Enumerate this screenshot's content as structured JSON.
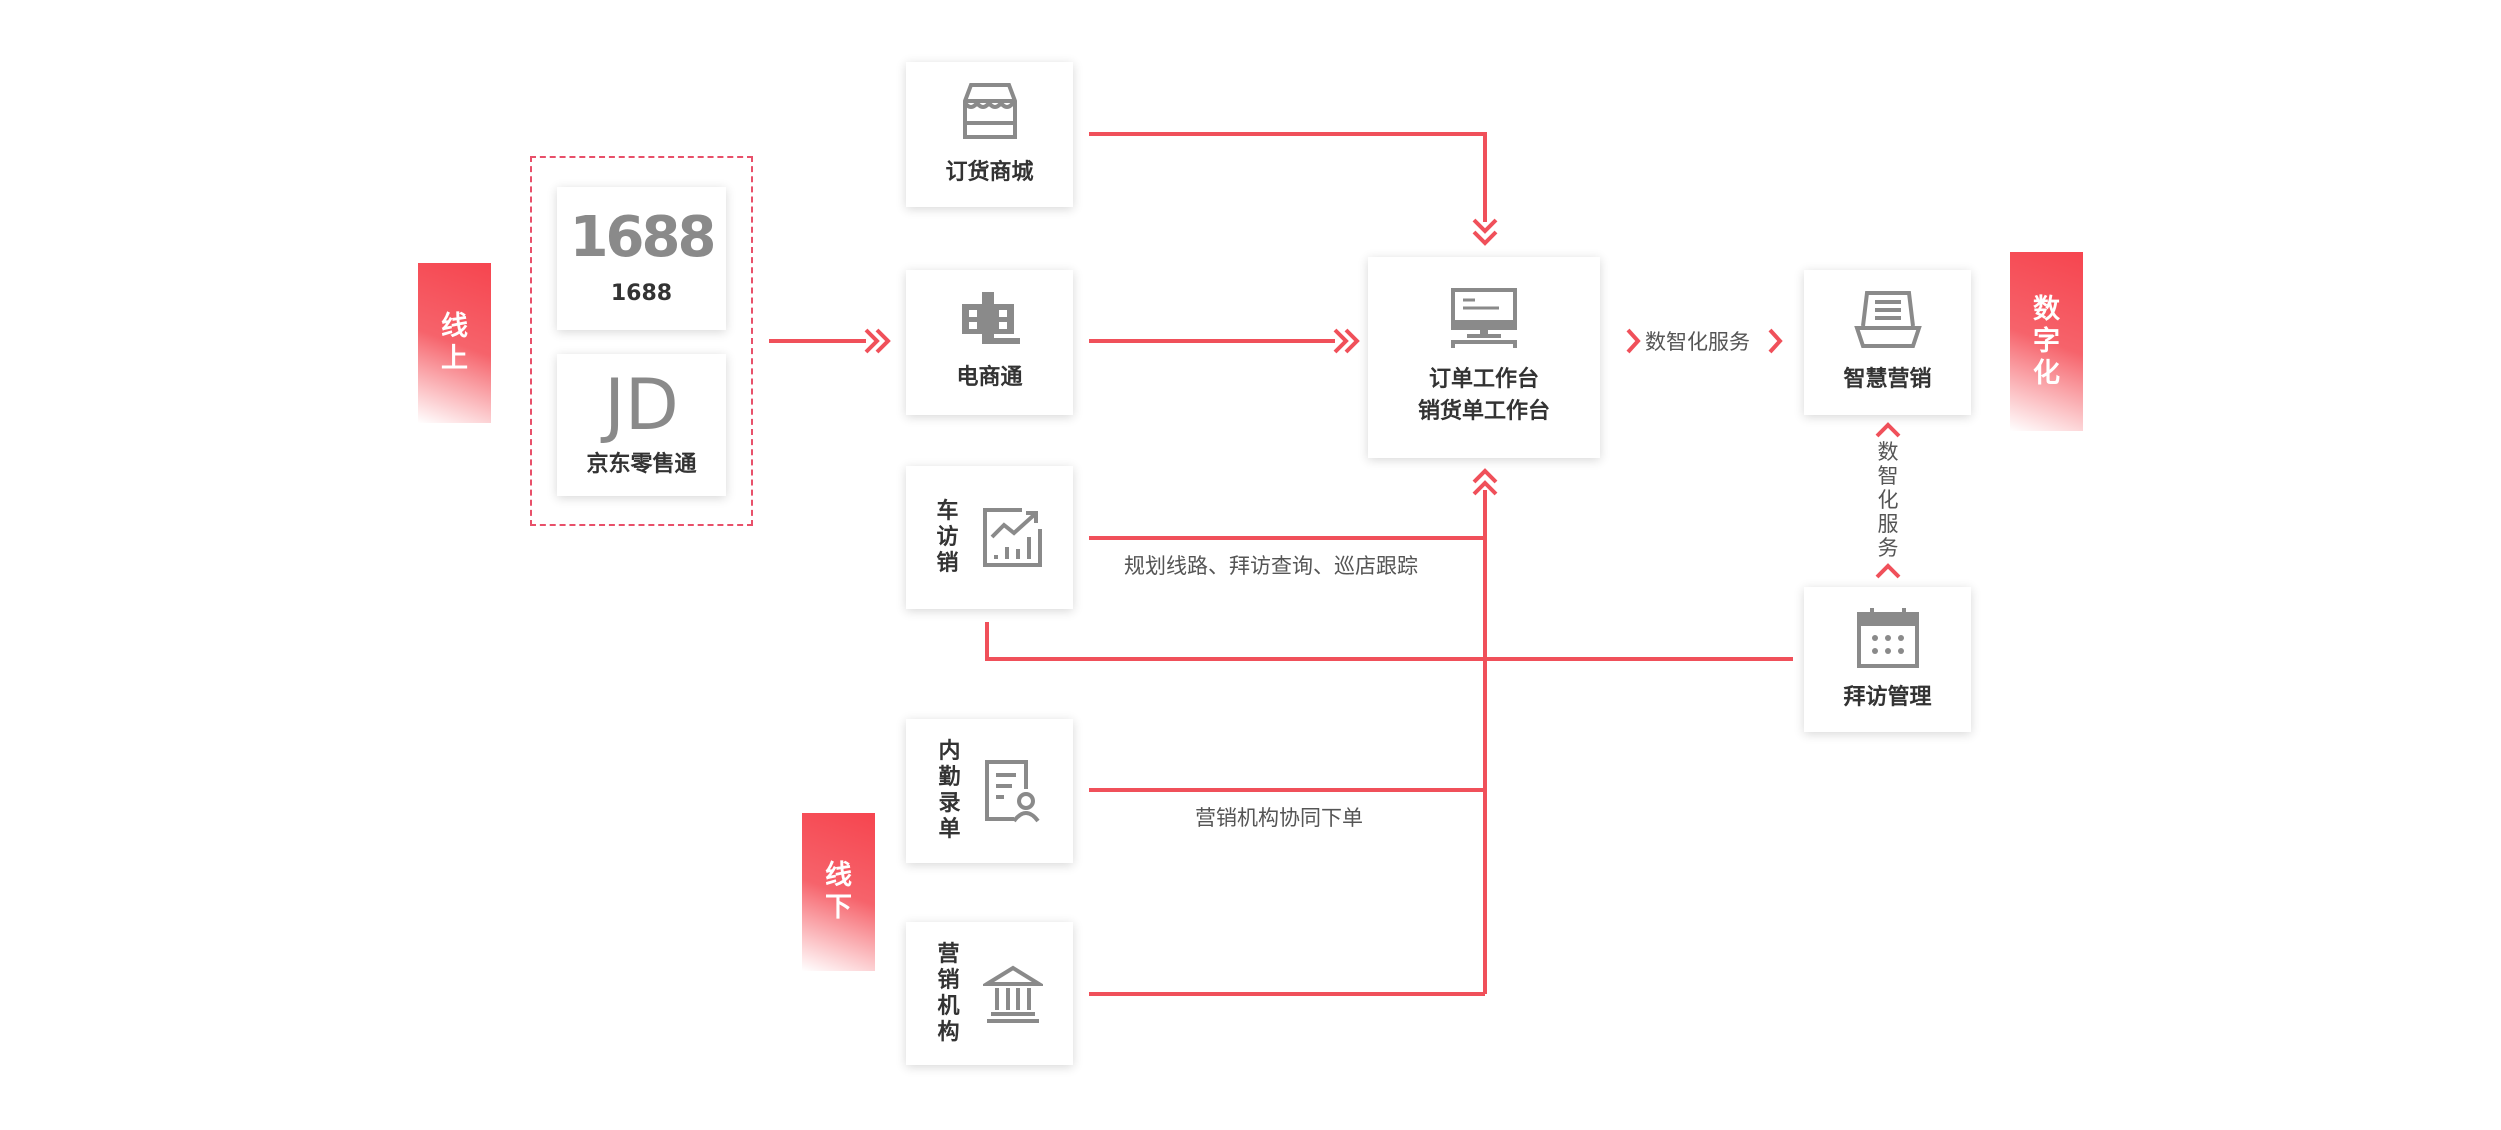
{
  "tags": {
    "online": "线上",
    "offline": "线下",
    "digital": "数字化"
  },
  "online_channels": [
    {
      "logo": "1688",
      "label": "1688"
    },
    {
      "logo": "JD",
      "label": "京东零售通"
    }
  ],
  "channels": {
    "order_mall": "订货商城",
    "ecommerce": "电商通",
    "car_sales": "车访销",
    "office_order": "内勤录单",
    "marketing_org": "营销机构"
  },
  "center": {
    "line1": "订单工作台",
    "line2": "销货单工作台"
  },
  "smart_marketing": "智慧营销",
  "visit_mgmt": "拜访管理",
  "notes": {
    "route": "规划线路、拜访查询、巡店跟踪",
    "collab": "营销机构协同下单",
    "digital_service_h": "数智化服务",
    "digital_service_v": "数智化服务"
  },
  "colors": {
    "accent": "#f0505a",
    "icon": "#8a8a8a"
  }
}
